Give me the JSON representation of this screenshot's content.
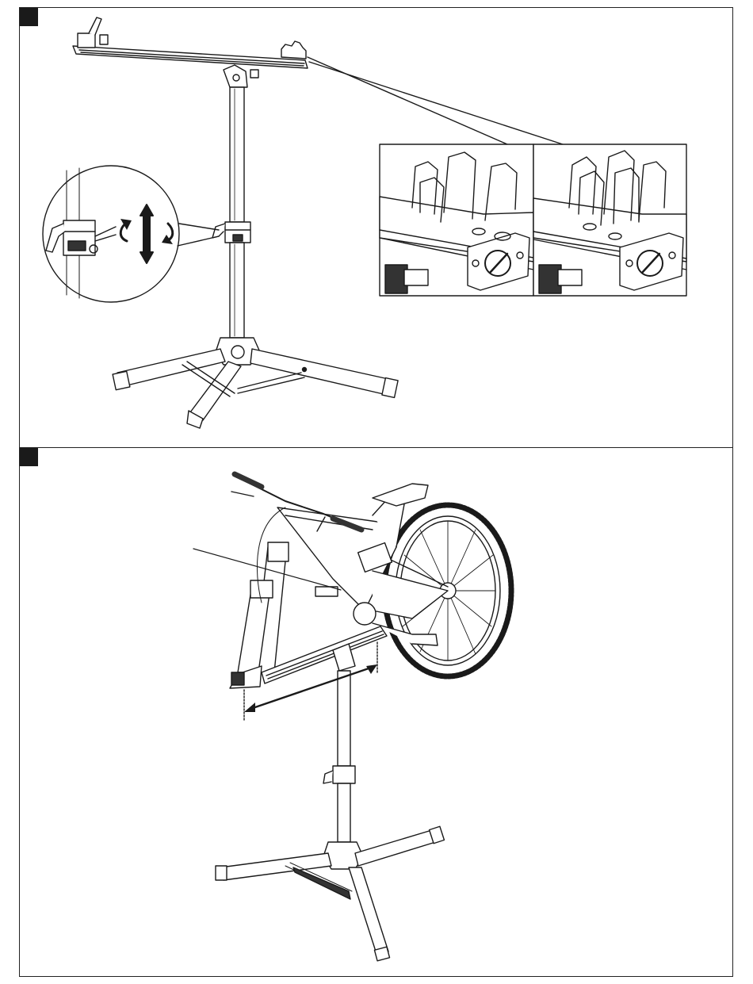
{
  "document": {
    "panels": [
      {
        "id": "panel-1",
        "step_marker": "filled-square",
        "illustrations": [
          "repair-stand-unfolded",
          "height-clamp-detail-circle",
          "fork-mount-detail-left",
          "fork-mount-detail-right",
          "rotation-arrows-icon"
        ]
      },
      {
        "id": "panel-2",
        "step_marker": "filled-square",
        "illustrations": [
          "bike-mounted-on-stand",
          "wheelbase-dimension-arrow",
          "callout-leader-line"
        ]
      }
    ],
    "colors": {
      "line": "#1a1a1a",
      "fill": "#ffffff",
      "shade": "#d9d9d9",
      "dark": "#333333"
    }
  }
}
